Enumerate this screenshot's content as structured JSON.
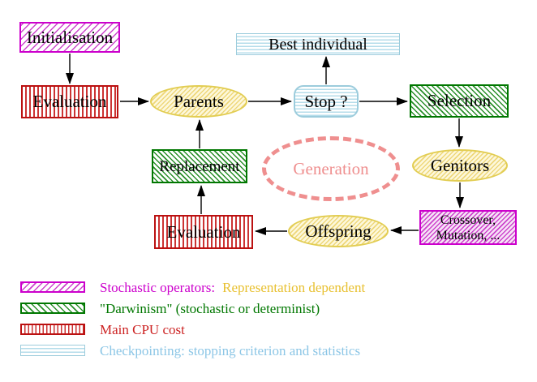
{
  "diagram": {
    "nodes": {
      "initialisation": {
        "label": "Initialisation"
      },
      "evaluation_top": {
        "label": "Evaluation"
      },
      "parents": {
        "label": "Parents"
      },
      "stop": {
        "label": "Stop ?"
      },
      "best_individual": {
        "label": "Best individual"
      },
      "selection": {
        "label": "Selection"
      },
      "genitors": {
        "label": "Genitors"
      },
      "crossover": {
        "line1": "Crossover,",
        "line2": "Mutation, ..."
      },
      "offspring": {
        "label": "Offspring"
      },
      "evaluation_bottom": {
        "label": "Evaluation"
      },
      "replacement": {
        "label": "Replacement"
      },
      "generation": {
        "label": "Generation"
      }
    },
    "legend": {
      "row1_label_a": "Stochastic operators:",
      "row1_label_b": "Representation dependent",
      "row2_label": "\"Darwinism\" (stochastic or determinist)",
      "row3_label": "Main CPU cost",
      "row4_label": "Checkpointing: stopping criterion and statistics"
    },
    "colors": {
      "magenta": "#cc00cc",
      "green": "#007700",
      "red": "#cc2222",
      "light_blue": "#8cc6e6",
      "yellow_text": "#e8c030",
      "yellow_shape": "#e2cd52",
      "salmon": "#ef8f8f",
      "arrow": "#000000"
    }
  }
}
